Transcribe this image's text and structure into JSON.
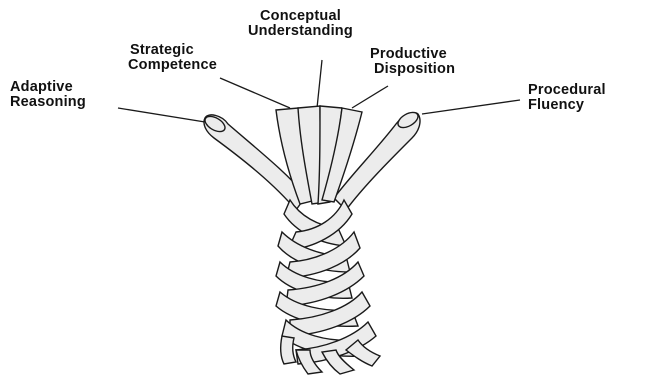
{
  "strands": [
    {
      "id": "conceptual",
      "line1": "Conceptual",
      "line2": "Understanding"
    },
    {
      "id": "strategic",
      "line1": "Strategic",
      "line2": "Competence"
    },
    {
      "id": "productive",
      "line1": "Productive",
      "line2": "Disposition"
    },
    {
      "id": "adaptive",
      "line1": "Adaptive",
      "line2": "Reasoning"
    },
    {
      "id": "procedural",
      "line1": "Procedural",
      "line2": "Fluency"
    }
  ]
}
